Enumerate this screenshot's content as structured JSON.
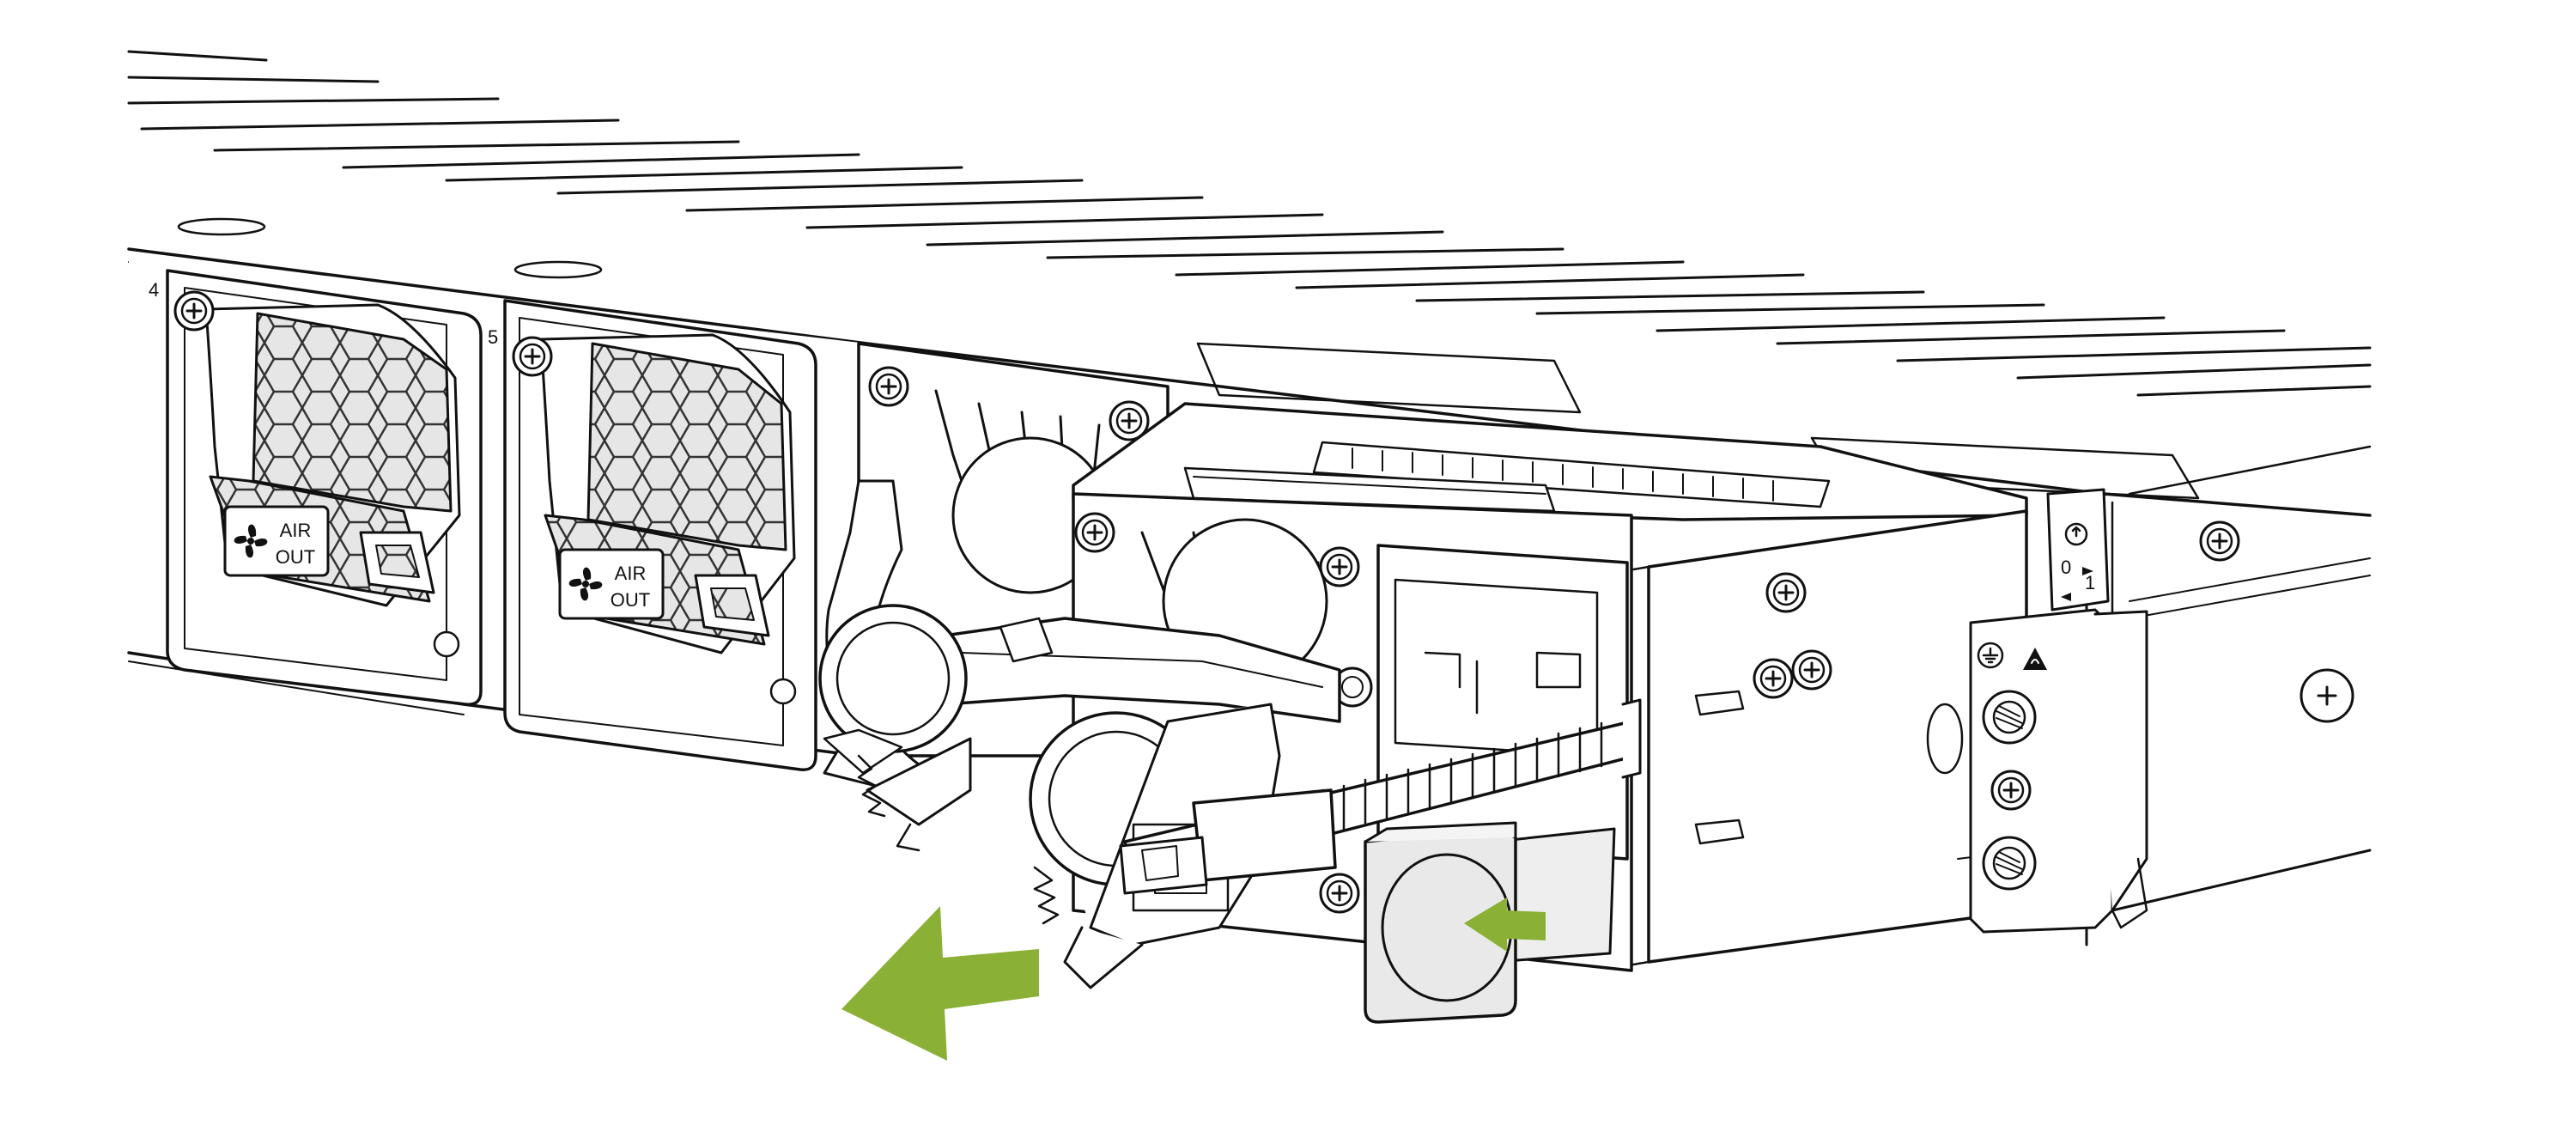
{
  "fan_modules": [
    {
      "number": "4",
      "airflow_label": {
        "line1": "AIR",
        "line2": "OUT"
      }
    },
    {
      "number": "5",
      "airflow_label": {
        "line1": "AIR",
        "line2": "OUT"
      }
    }
  ],
  "power_switch": {
    "label_off": "0",
    "label_on": "1"
  },
  "colors": {
    "line": "#111111",
    "chassis_fill": "#ffffff",
    "grille_fill": "#e6e6e6",
    "accent_arrow": "#8ab035",
    "release_button_fill": "#e9e9e9"
  },
  "icons": {
    "fan": "fan-icon",
    "ground": "ground-icon",
    "esd_warning": "esd-warning-icon",
    "power": "power-icon",
    "removal_direction": "arrow-left-icon",
    "press_latch": "arrow-right-icon"
  }
}
